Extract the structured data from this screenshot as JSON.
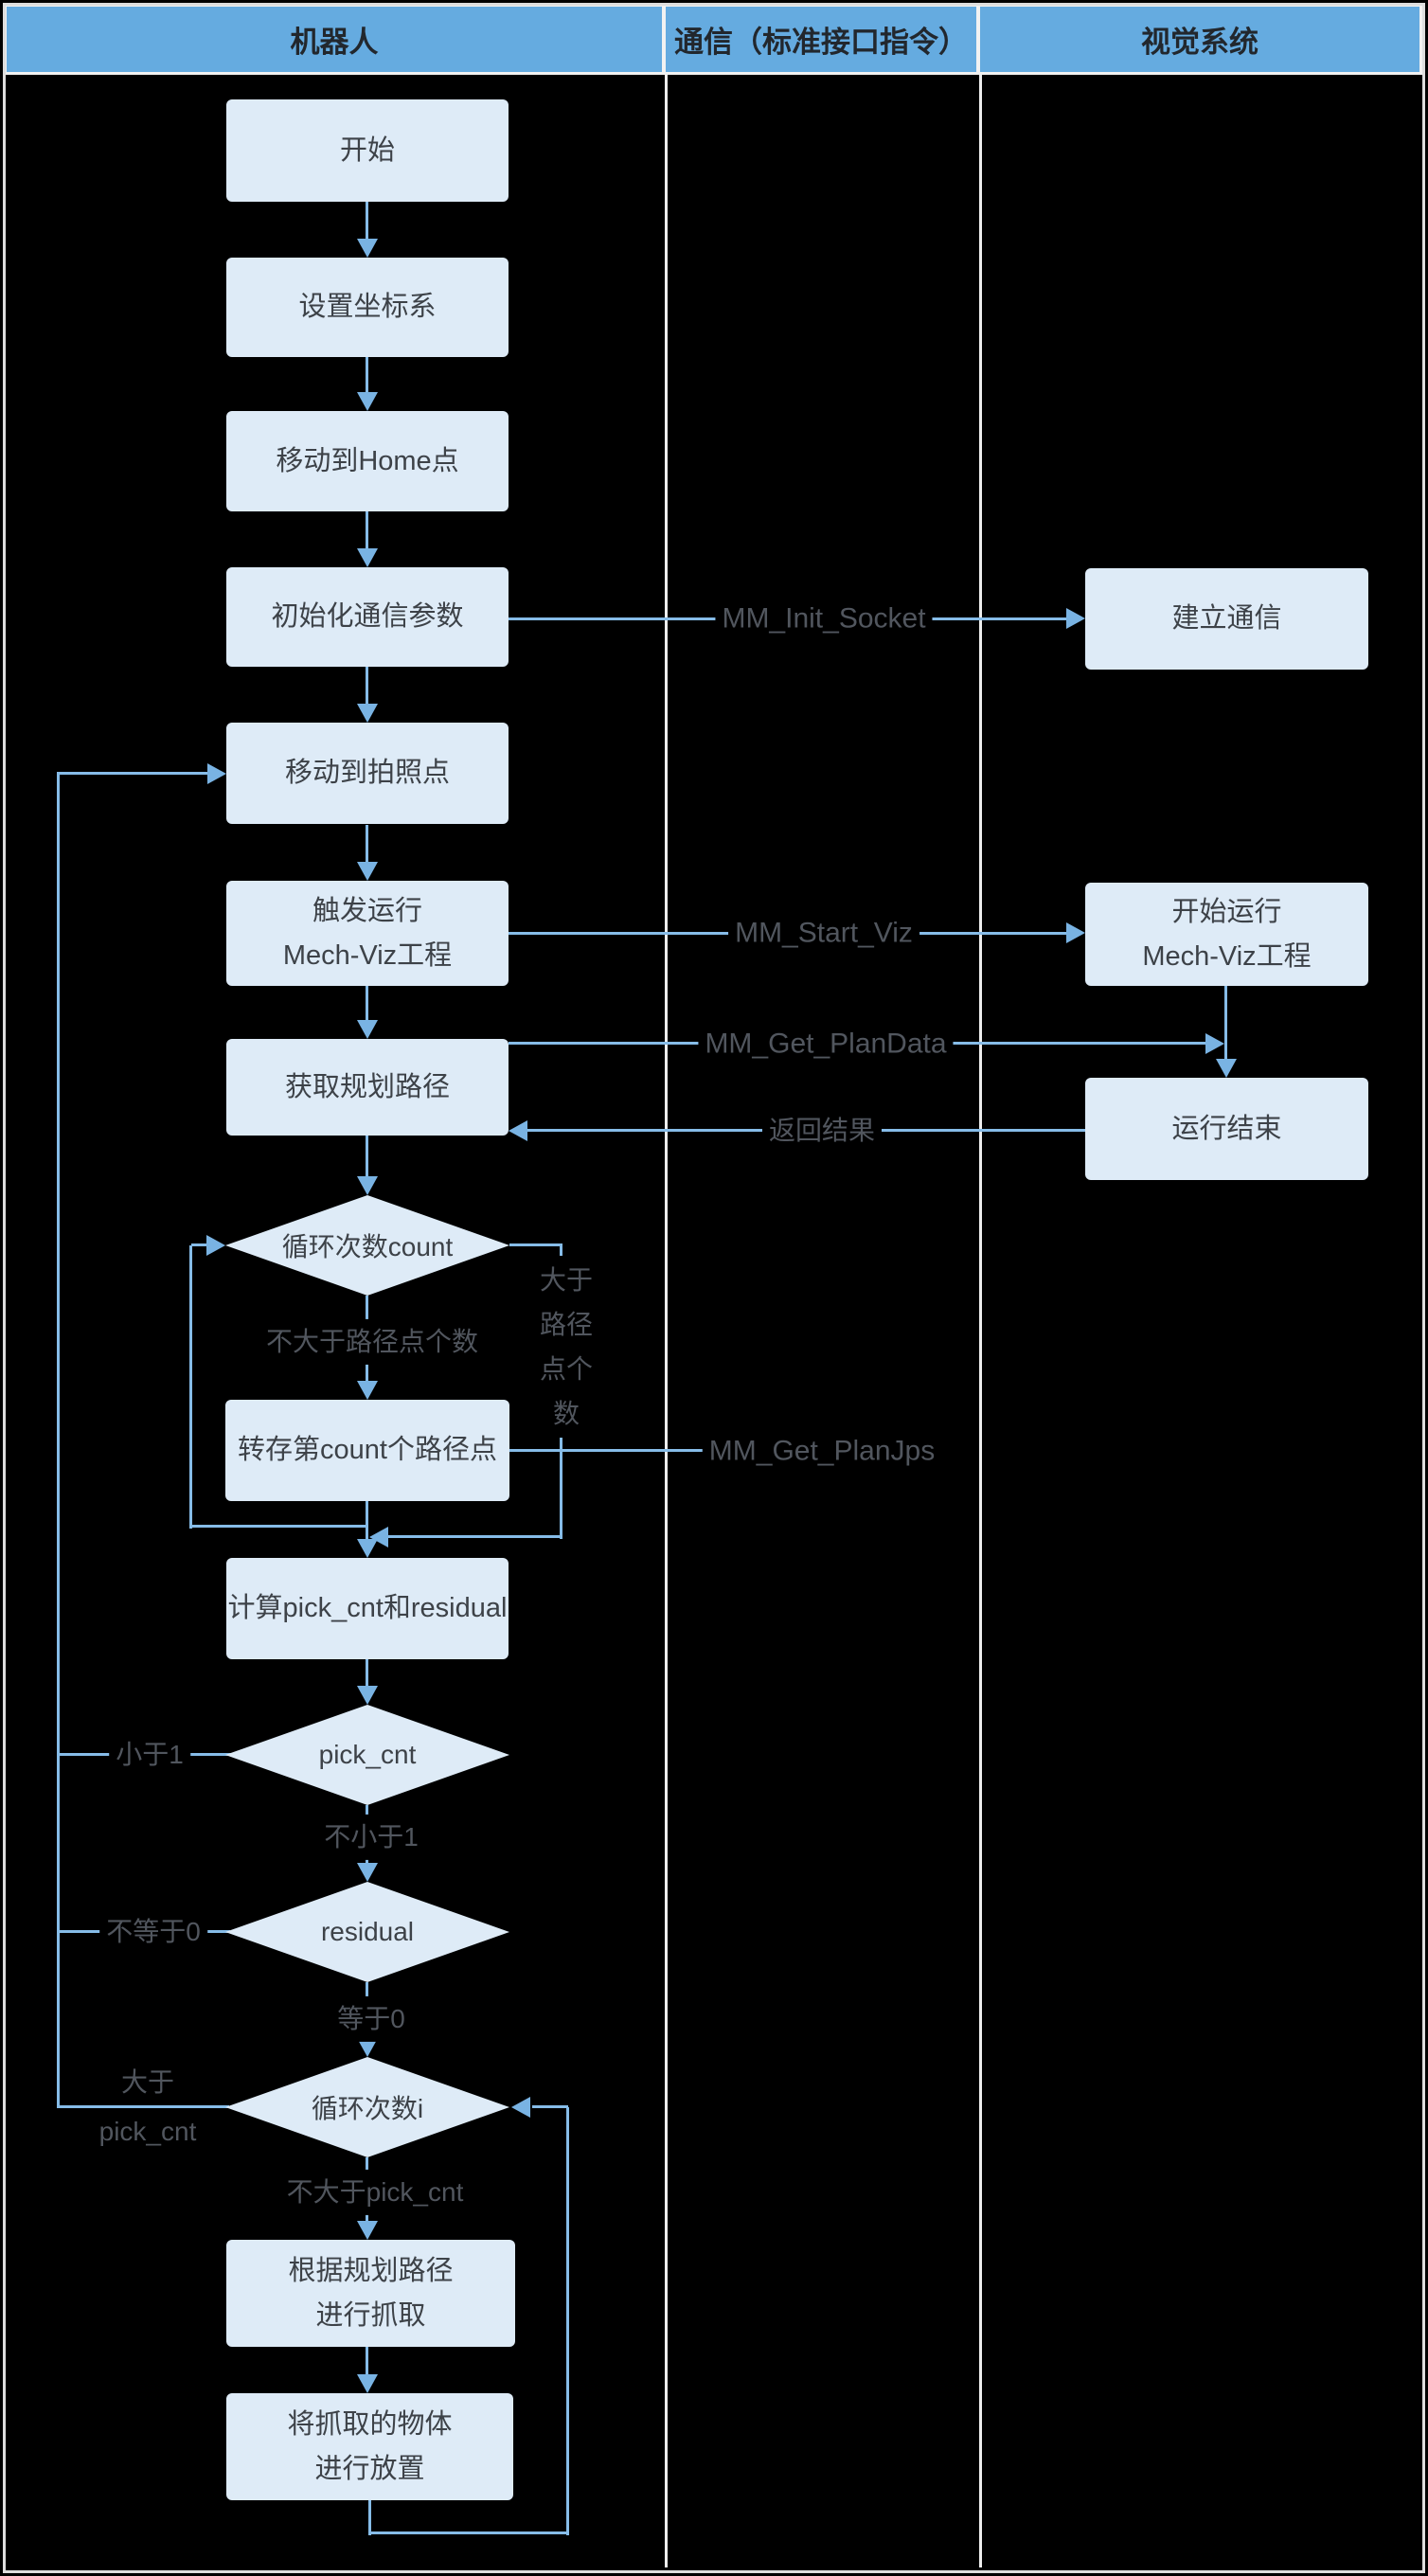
{
  "header": {
    "col_robot": "机器人",
    "col_comm": "通信（标准接口指令）",
    "col_vision": "视觉系统"
  },
  "robot": {
    "start": "开始",
    "set_coord": "设置坐标系",
    "move_home": "移动到Home点",
    "init_comm": "初始化通信参数",
    "move_photo": "移动到拍照点",
    "trigger_viz": "触发运行\nMech-Viz工程",
    "get_path": "获取规划路径",
    "loop_count": "循环次数count",
    "save_point": "转存第count个路径点",
    "calc": "计算pick_cnt和residual",
    "pick_cnt": "pick_cnt",
    "residual": "residual",
    "loop_i": "循环次数i",
    "do_pick": "根据规划路径\n进行抓取",
    "do_place": "将抓取的物体\n进行放置"
  },
  "vision": {
    "establish": "建立通信",
    "start_viz": "开始运行\nMech-Viz工程",
    "finish": "运行结束"
  },
  "edges": {
    "mm_init_socket": "MM_Init_Socket",
    "mm_start_viz": "MM_Start_Viz",
    "mm_get_plandata": "MM_Get_PlanData",
    "return_result": "返回结果",
    "mm_get_planjps": "MM_Get_PlanJps",
    "not_greater_points": "不大于路径点个数",
    "greater_points_vertical": "大于\n路径\n点个\n数",
    "less_than_1": "小于1",
    "not_less_than_1": "不小于1",
    "not_equal_0": "不等于0",
    "equal_0": "等于0",
    "greater_pick": "大于\npick_cnt",
    "not_greater_pick": "不大于pick_cnt"
  },
  "colors": {
    "header_blue": "#65ABE0",
    "node_fill": "#DEEBF7",
    "line_blue": "#86BCE8",
    "canvas_bg": "#000000"
  }
}
